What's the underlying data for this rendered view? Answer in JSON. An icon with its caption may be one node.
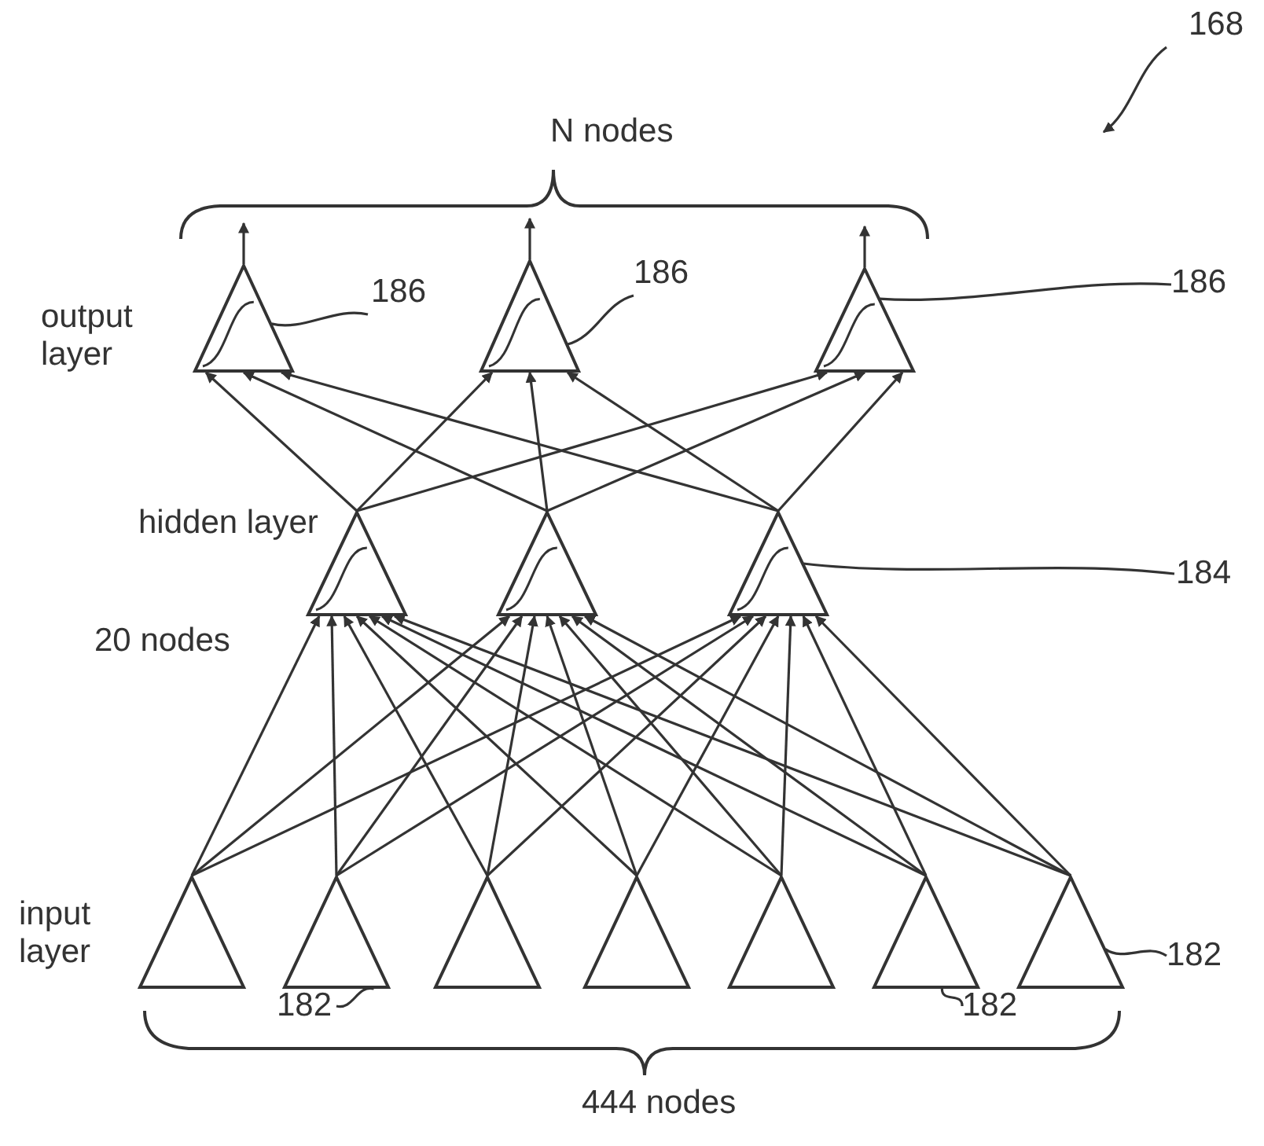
{
  "diagram": {
    "nodes": [
      {
        "text": [],
        "shape": "triangle"
      },
      {
        "text": [],
        "shape": "triangle"
      },
      {
        "text": [],
        "shape": "triangle"
      },
      {
        "text": [],
        "shape": "triangle"
      },
      {
        "text": [],
        "shape": "triangle"
      },
      {
        "text": [],
        "shape": "triangle"
      },
      {
        "text": [],
        "shape": "triangle"
      },
      {
        "text": [],
        "shape": "triangle"
      },
      {
        "text": [],
        "shape": "triangle"
      },
      {
        "text": [],
        "shape": "triangle"
      },
      {
        "text": [],
        "shape": "triangle"
      },
      {
        "text": [],
        "shape": "triangle"
      },
      {
        "text": [],
        "shape": "triangle"
      },
      {
        "text": [
          "186"
        ]
      },
      {
        "text": [
          "186"
        ]
      },
      {
        "text": [
          "186"
        ]
      },
      {
        "text": [
          "184"
        ]
      },
      {
        "text": [
          "182"
        ]
      },
      {
        "text": [
          "182"
        ]
      },
      {
        "text": [
          "182"
        ]
      },
      {
        "text": [
          "168"
        ]
      }
    ],
    "edges": [
      {
        "from": 6,
        "to": 3,
        "arrow": "to"
      },
      {
        "from": 6,
        "to": 4,
        "arrow": "to"
      },
      {
        "from": 6,
        "to": 5,
        "arrow": "to"
      },
      {
        "from": 7,
        "to": 3,
        "arrow": "to"
      },
      {
        "from": 7,
        "to": 4,
        "arrow": "to"
      },
      {
        "from": 7,
        "to": 5,
        "arrow": "to"
      },
      {
        "from": 8,
        "to": 3,
        "arrow": "to"
      },
      {
        "from": 8,
        "to": 4,
        "arrow": "to"
      },
      {
        "from": 8,
        "to": 5,
        "arrow": "to"
      },
      {
        "from": 9,
        "to": 3,
        "arrow": "to"
      },
      {
        "from": 9,
        "to": 4,
        "arrow": "to"
      },
      {
        "from": 9,
        "to": 5,
        "arrow": "to"
      },
      {
        "from": 10,
        "to": 3,
        "arrow": "to"
      },
      {
        "from": 10,
        "to": 4,
        "arrow": "to"
      },
      {
        "from": 10,
        "to": 5,
        "arrow": "to"
      },
      {
        "from": 11,
        "to": 3,
        "arrow": "to"
      },
      {
        "from": 11,
        "to": 4,
        "arrow": "to"
      },
      {
        "from": 11,
        "to": 5,
        "arrow": "to"
      },
      {
        "from": 12,
        "to": 3,
        "arrow": "to"
      },
      {
        "from": 12,
        "to": 4,
        "arrow": "to"
      },
      {
        "from": 12,
        "to": 5,
        "arrow": "to"
      },
      {
        "from": 3,
        "to": 0,
        "arrow": "to"
      },
      {
        "from": 3,
        "to": 1,
        "arrow": "to"
      },
      {
        "from": 3,
        "to": 2,
        "arrow": "to"
      },
      {
        "from": 4,
        "to": 0,
        "arrow": "to"
      },
      {
        "from": 4,
        "to": 1,
        "arrow": "to"
      },
      {
        "from": 4,
        "to": 2,
        "arrow": "to"
      },
      {
        "from": 5,
        "to": 0,
        "arrow": "to"
      },
      {
        "from": 5,
        "to": 1,
        "arrow": "to"
      },
      {
        "from": 5,
        "to": 2,
        "arrow": "to"
      },
      {
        "from": 0,
        "to": null,
        "arrow": "to"
      },
      {
        "from": 1,
        "to": null,
        "arrow": "to"
      },
      {
        "from": 2,
        "to": null,
        "arrow": "to"
      },
      {
        "from": 13,
        "to": 0,
        "arrow": "none"
      },
      {
        "from": 14,
        "to": 1,
        "arrow": "none"
      },
      {
        "from": 15,
        "to": 2,
        "arrow": "none"
      },
      {
        "from": 16,
        "to": 5,
        "arrow": "none"
      },
      {
        "from": 17,
        "to": 12,
        "arrow": "none"
      },
      {
        "from": 18,
        "to": 7,
        "arrow": "none"
      },
      {
        "from": 19,
        "to": 11,
        "arrow": "none"
      },
      {
        "from": 20,
        "to": null,
        "arrow": "to"
      }
    ],
    "labels": [
      "N nodes",
      "output layer",
      "hidden layer",
      "20 nodes",
      "input layer",
      "444 nodes"
    ]
  }
}
